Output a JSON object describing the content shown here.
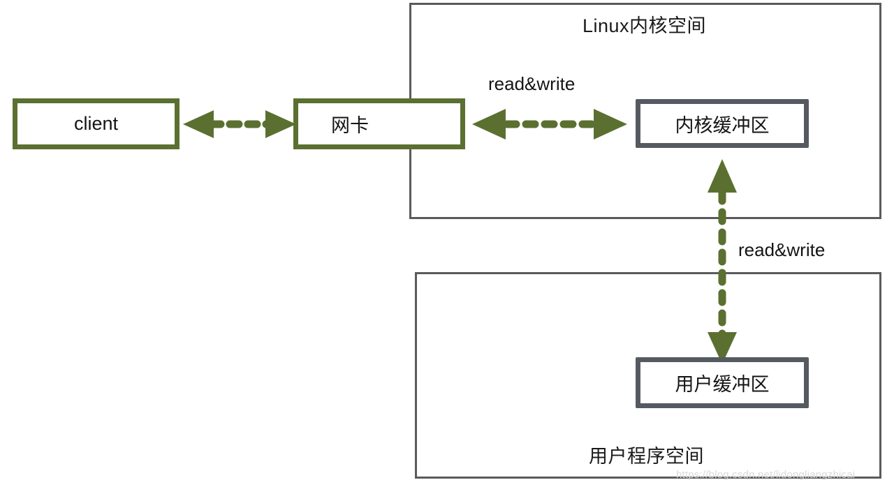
{
  "diagram": {
    "title": "Linux kernel space and user program space IO buffer diagram",
    "spaces": [
      {
        "id": "kernel",
        "label": "Linux内核空间"
      },
      {
        "id": "user",
        "label": "用户程序空间"
      }
    ],
    "nodes": [
      {
        "id": "client",
        "label": "client",
        "style": "green-outline"
      },
      {
        "id": "nic",
        "label": "网卡",
        "style": "green-outline"
      },
      {
        "id": "kernel-buffer",
        "label": "内核缓冲区",
        "style": "dark-outline"
      },
      {
        "id": "user-buffer",
        "label": "用户缓冲区",
        "style": "dark-outline"
      }
    ],
    "edges": [
      {
        "id": "client-nic",
        "from": "client",
        "to": "nic",
        "label": "",
        "direction": "bidirectional",
        "style": "dashed"
      },
      {
        "id": "nic-kernel-buffer",
        "from": "nic",
        "to": "kernel-buffer",
        "label": "read&write",
        "direction": "bidirectional",
        "style": "dashed"
      },
      {
        "id": "kernel-buffer-user-buffer",
        "from": "kernel-buffer",
        "to": "user-buffer",
        "label": "read&write",
        "direction": "bidirectional",
        "style": "dashed"
      }
    ],
    "labels": {
      "readwrite_top": "read&write",
      "readwrite_side": "read&write"
    },
    "watermark": "https://blog.csdn.net/lidongliangzhicai",
    "colors": {
      "accent_green": "#5b7030",
      "box_dark": "#555a60",
      "space_border": "#5a5a5a",
      "text": "#141414",
      "background": "#ffffff",
      "watermark": "#d9d9d9"
    }
  }
}
